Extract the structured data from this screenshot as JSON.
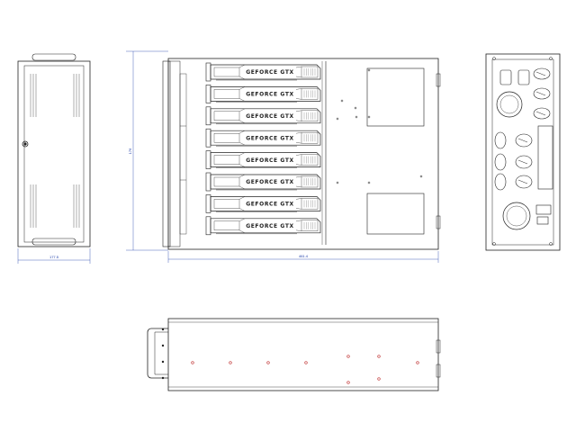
{
  "gpu_brand_label": "GEFORCE GTX",
  "gpu_count": 8,
  "dimensions": {
    "front_width": "177.5",
    "top_length": "461.4",
    "front_height": "176"
  },
  "colors": {
    "line": "#222222",
    "dimension": "#1a3aa8",
    "hole_accent": "#c23a3a"
  }
}
